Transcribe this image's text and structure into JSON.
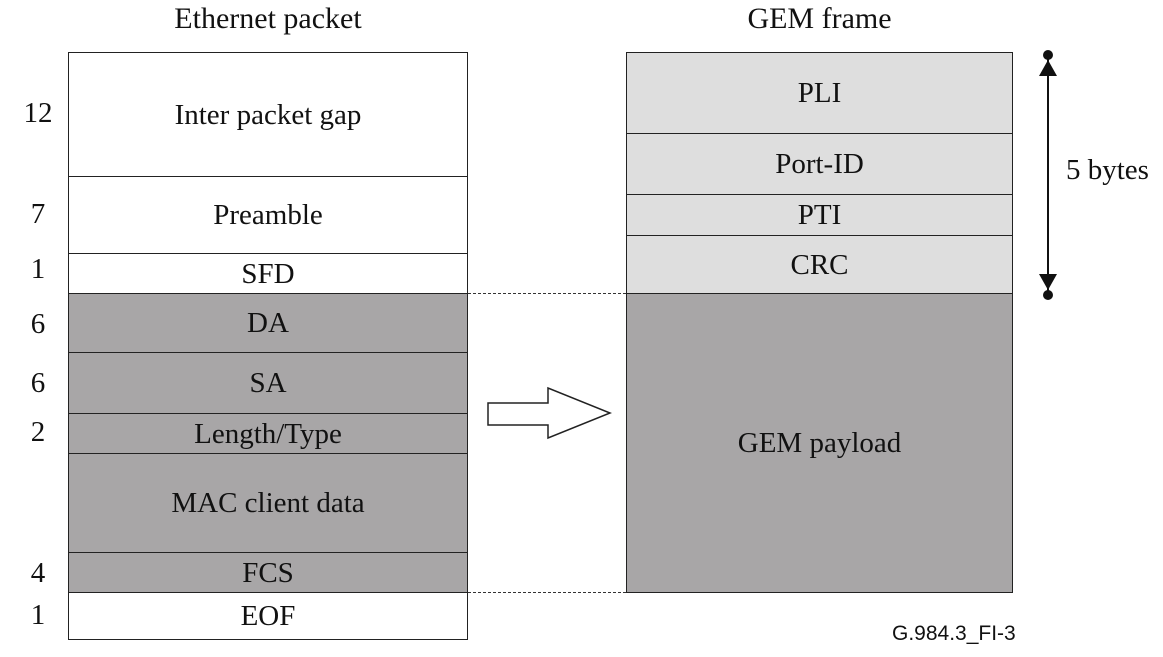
{
  "left_title": "Ethernet packet",
  "right_title": "GEM frame",
  "ethernet_fields": [
    {
      "label": "Inter packet gap",
      "bytes": "12"
    },
    {
      "label": "Preamble",
      "bytes": "7"
    },
    {
      "label": "SFD",
      "bytes": "1"
    },
    {
      "label": "DA",
      "bytes": "6"
    },
    {
      "label": "SA",
      "bytes": "6"
    },
    {
      "label": "Length/Type",
      "bytes": "2"
    },
    {
      "label": "MAC client data",
      "bytes": ""
    },
    {
      "label": "FCS",
      "bytes": "4"
    },
    {
      "label": "EOF",
      "bytes": "1"
    }
  ],
  "gem_fields": [
    {
      "label": "PLI"
    },
    {
      "label": "Port-ID"
    },
    {
      "label": "PTI"
    },
    {
      "label": "CRC"
    },
    {
      "label": "GEM payload"
    }
  ],
  "header_size_label": "5 bytes",
  "figure_id": "G.984.3_FI-3",
  "colors": {
    "payload": "#a8a6a7",
    "header": "#dedede",
    "overhead": "#ffffff"
  }
}
